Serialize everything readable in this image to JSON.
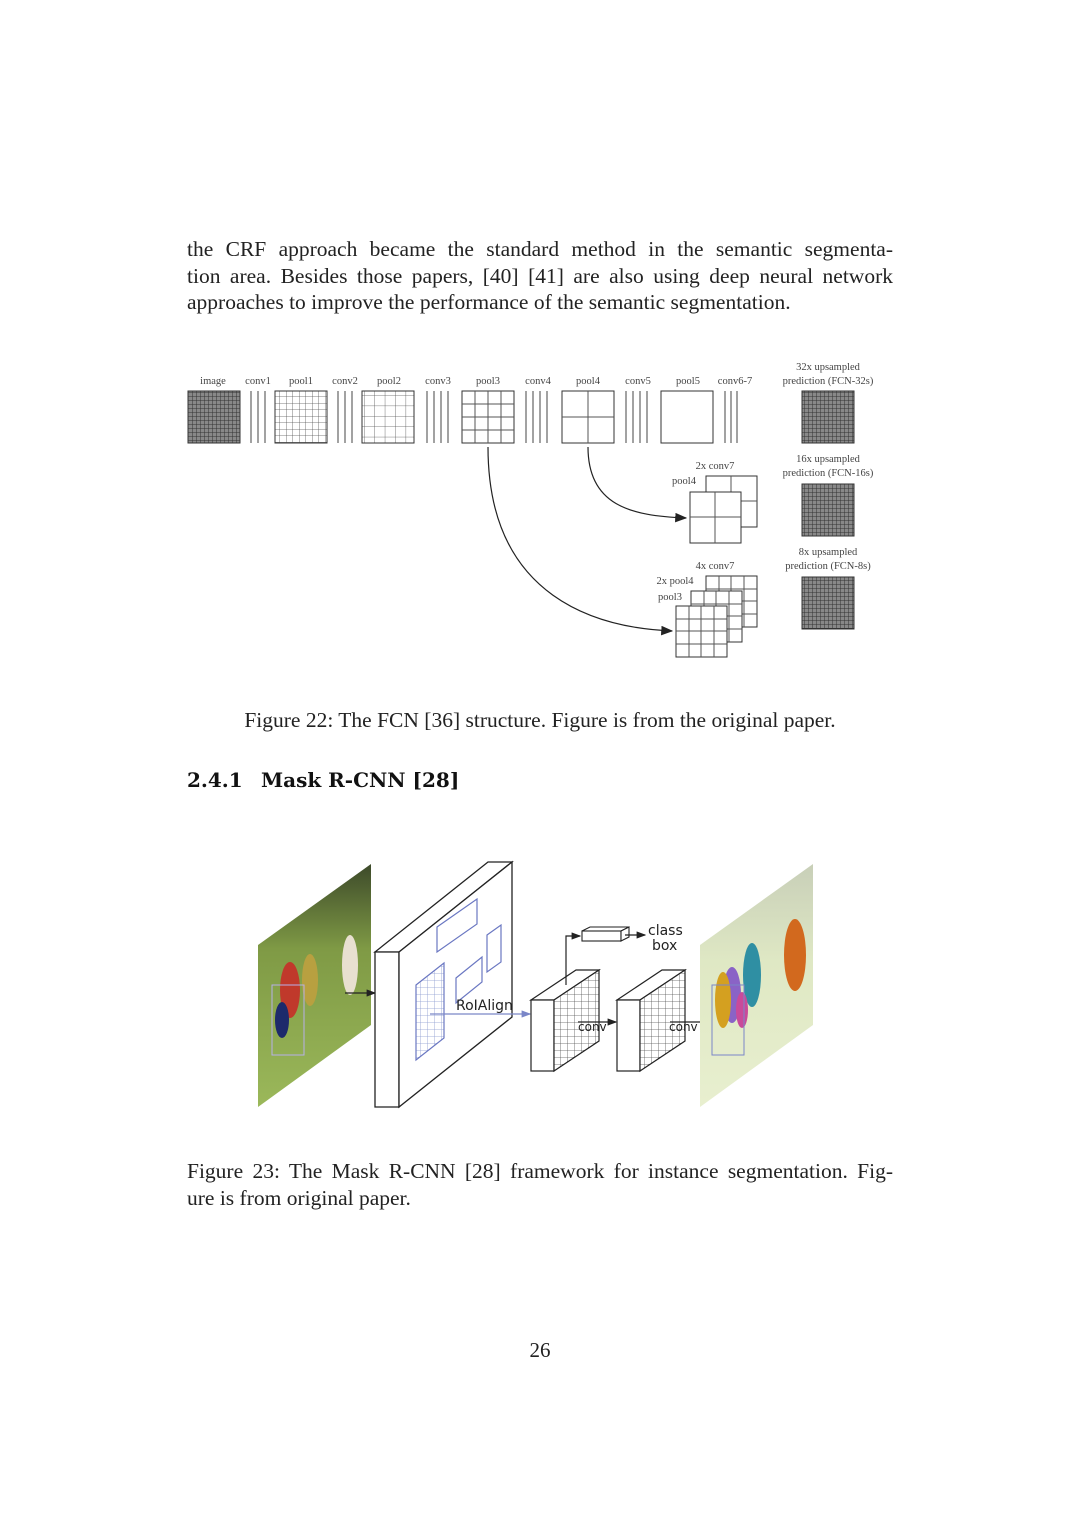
{
  "body_text": {
    "lines": [
      "the CRF approach became the standard method in the semantic segmenta-",
      "tion area. Besides those papers, [40] [41] are also using deep neural network",
      "approaches to improve the performance of the semantic segmentation."
    ]
  },
  "figure22": {
    "layer_labels": [
      "image",
      "conv1",
      "pool1",
      "conv2",
      "pool2",
      "conv3",
      "pool3",
      "conv4",
      "pool4",
      "conv5",
      "pool5",
      "conv6-7"
    ],
    "pred32": [
      "32x upsampled",
      "prediction (FCN-32s)"
    ],
    "pred16": [
      "16x upsampled",
      "prediction (FCN-16s)"
    ],
    "pred8": [
      "8x upsampled",
      "prediction (FCN-8s)"
    ],
    "fuse16": [
      "2x conv7",
      "pool4"
    ],
    "fuse8": [
      "4x conv7",
      "2x pool4",
      "pool3"
    ],
    "caption": "Figure 22: The FCN [36] structure. Figure is from the original paper."
  },
  "section": {
    "number": "2.4.1",
    "title": "Mask R-CNN [28]"
  },
  "figure23": {
    "roialign_label": "RoIAlign",
    "conv_label": "conv",
    "class_label": "class",
    "box_label": "box",
    "caption_lines": [
      "Figure 23: The Mask R-CNN [28] framework for instance segmentation. Fig-",
      "ure is from original paper."
    ]
  },
  "page_number": "26"
}
